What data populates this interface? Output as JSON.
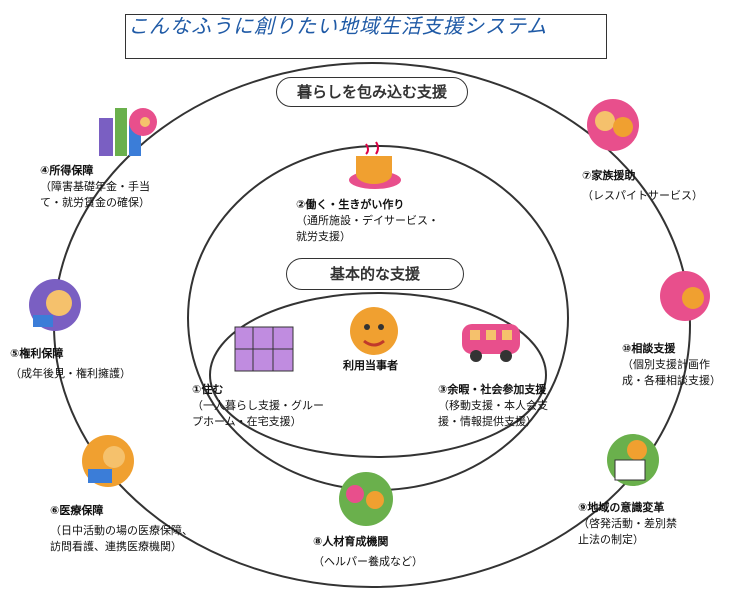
{
  "title": "こんなふうに創りたい地域生活支援システム",
  "outer_label": "暮らしを包み込む支援",
  "inner_label": "基本的な支援",
  "center": {
    "label": "利用当事者",
    "icon": "person-face-icon"
  },
  "items": [
    {
      "id": "income",
      "title": "④所得保障",
      "lines": [
        "（障害基礎年金・手当",
        "て・就労賃金の確保）"
      ],
      "icon": "city-buildings-icon"
    },
    {
      "id": "family",
      "title": "⑦家族援助",
      "lines": [
        "（レスパイトサービス）"
      ],
      "icon": "family-icon"
    },
    {
      "id": "work",
      "title": "②働く・生きがい作り",
      "lines": [
        "（通所施設・デイサービス・",
        "就労支援）"
      ],
      "icon": "cup-icon"
    },
    {
      "id": "rights",
      "title": "⑤権利保障",
      "lines": [
        "（成年後見・権利擁護）"
      ],
      "icon": "judge-icon"
    },
    {
      "id": "consult",
      "title": "⑩相談支援",
      "lines": [
        "（個別支援計画作",
        "成・各種相談支援）"
      ],
      "icon": "consultation-icon"
    },
    {
      "id": "housing",
      "title": "①住む",
      "lines": [
        "（一人暮らし支援・グルー",
        "プホーム・在宅支援）"
      ],
      "icon": "building-icon"
    },
    {
      "id": "leisure",
      "title": "③余暇・社会参加支援",
      "lines": [
        "（移動支援・本人会支",
        "援・情報提供支援）"
      ],
      "icon": "bus-icon"
    },
    {
      "id": "medical",
      "title": "⑥医療保障",
      "lines": [
        "（日中活動の場の医療保障、",
        "訪問看護、連携医療機関）"
      ],
      "icon": "doctor-icon"
    },
    {
      "id": "awareness",
      "title": "⑨地域の意識変革",
      "lines": [
        "（啓発活動・差別禁",
        "止法の制定）"
      ],
      "icon": "newspaper-reader-icon"
    },
    {
      "id": "training",
      "title": "⑧人材育成機関",
      "lines": [
        "（ヘルパー養成など）"
      ],
      "icon": "people-group-icon"
    }
  ],
  "colors": {
    "title": "#1f5aa6",
    "line": "#333333"
  }
}
